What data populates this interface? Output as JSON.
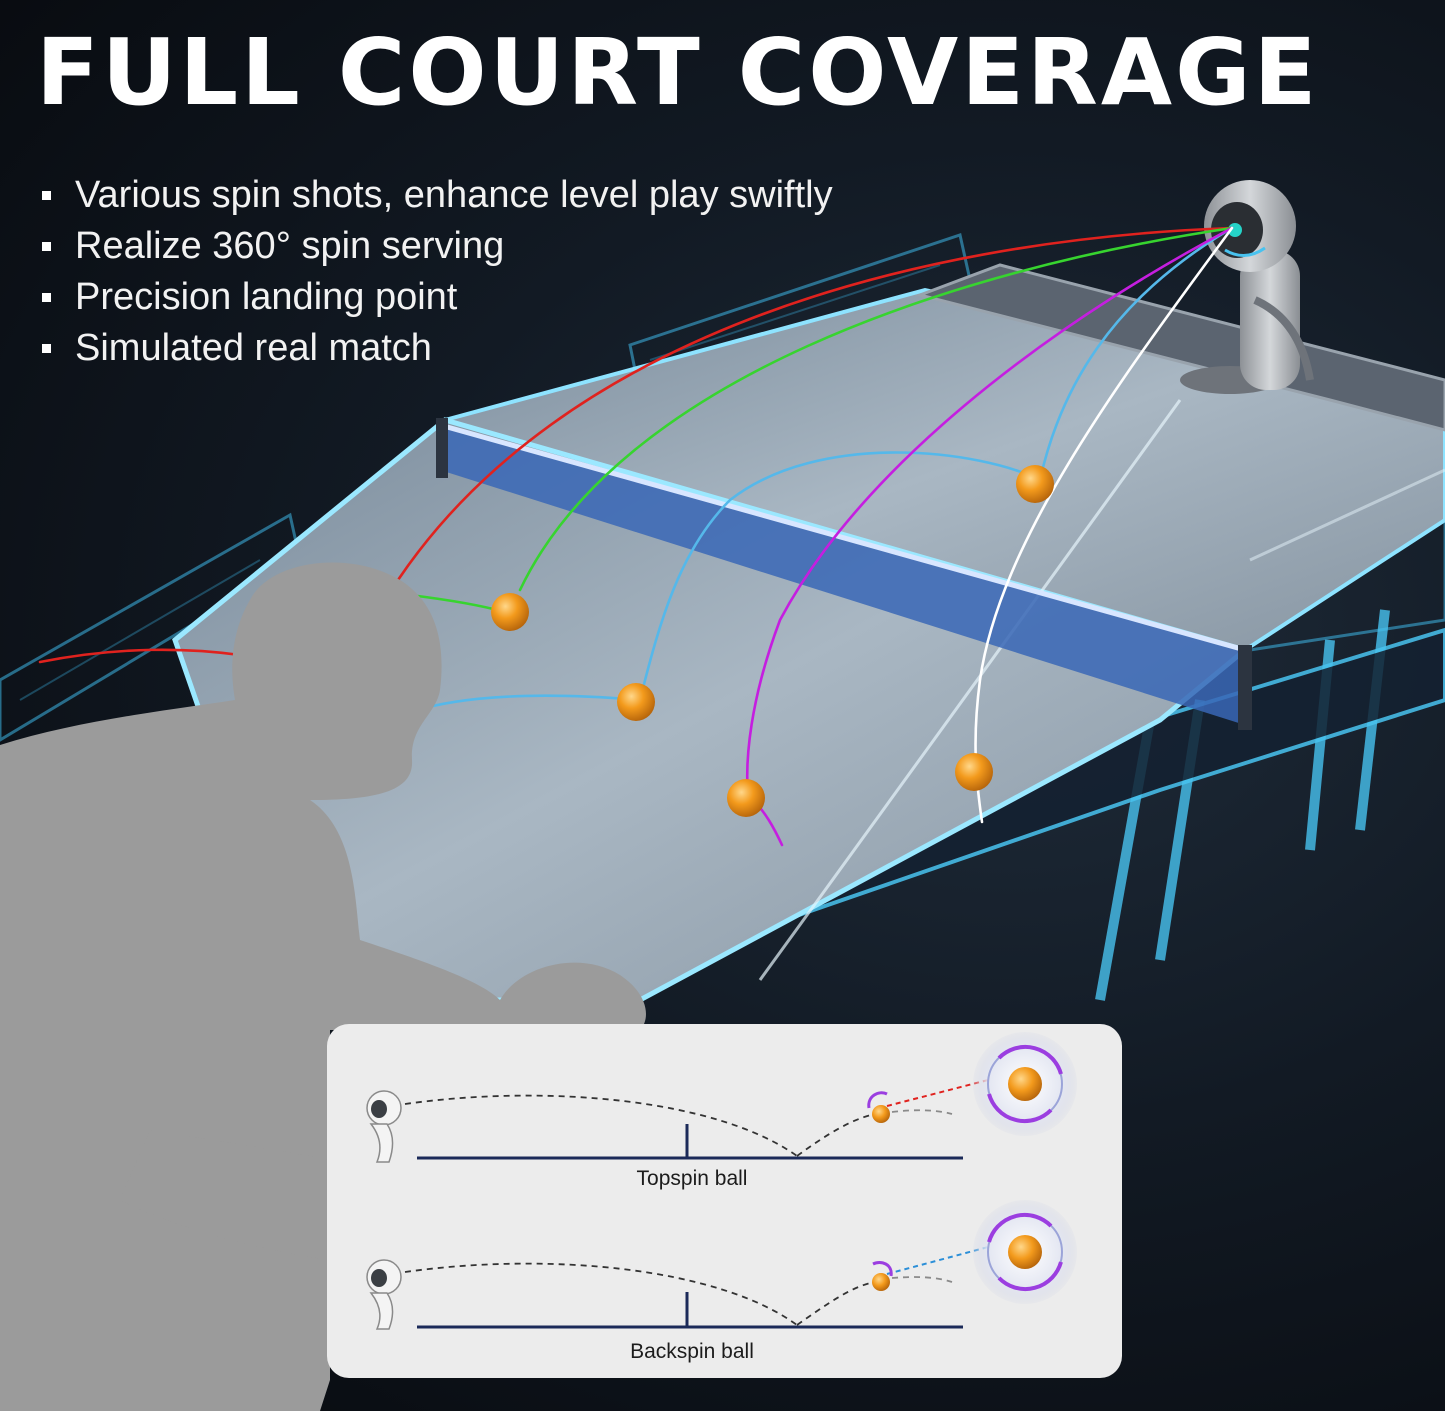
{
  "headline": "FULL COURT COVERAGE",
  "features": [
    "Various spin shots, enhance level play swiftly",
    "Realize 360° spin serving",
    "Precision landing point",
    "Simulated real match"
  ],
  "diagram": {
    "topspin_label": "Topspin ball",
    "backspin_label": "Backspin ball"
  },
  "colors": {
    "trajectory_red": "#e0221e",
    "trajectory_green": "#37d42f",
    "trajectory_blue": "#55b8ea",
    "trajectory_magenta": "#c51ee0",
    "trajectory_white": "#ffffff",
    "ball_orange": "#f39a1c",
    "spin_purple": "#9b3ee0",
    "silhouette_gray": "#9b9b9b"
  }
}
